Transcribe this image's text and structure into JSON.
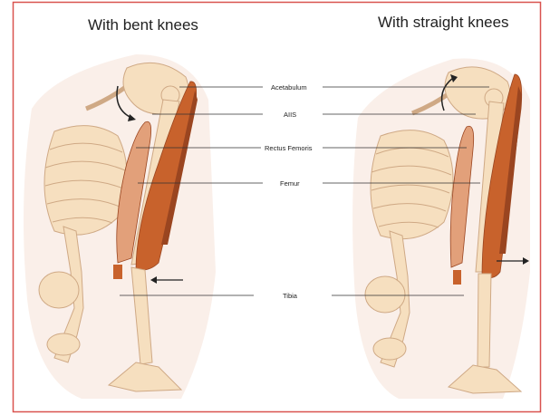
{
  "titles": {
    "left": "With bent knees",
    "right": "With straight knees"
  },
  "labels": {
    "acetabulum": "Acetabulum",
    "aiis": "AIIS",
    "rectus_femoris": "Rectus Femoris",
    "femur": "Femur",
    "tibia": "Tibia"
  },
  "colors": {
    "border": "#d9534f",
    "bone": "#f6dfbf",
    "bone_outline": "#cfa985",
    "muscle": "#c8622c",
    "muscle_dark": "#9a4520",
    "rectus_femoris": "#e2a07a",
    "halo": "#f9ebe3"
  }
}
